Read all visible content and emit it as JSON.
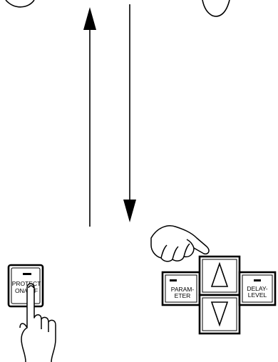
{
  "buttons": {
    "protect": {
      "line1": "PROTECT",
      "line2": "ON/OFF"
    },
    "parameter": {
      "line1": "PARAM-",
      "line2": "ETER"
    },
    "delay_level": {
      "line1": "DELAY-",
      "line2": "LEVEL"
    }
  },
  "icons": [
    "hand-pointing-icon",
    "up-arrow-icon",
    "down-arrow-icon"
  ]
}
